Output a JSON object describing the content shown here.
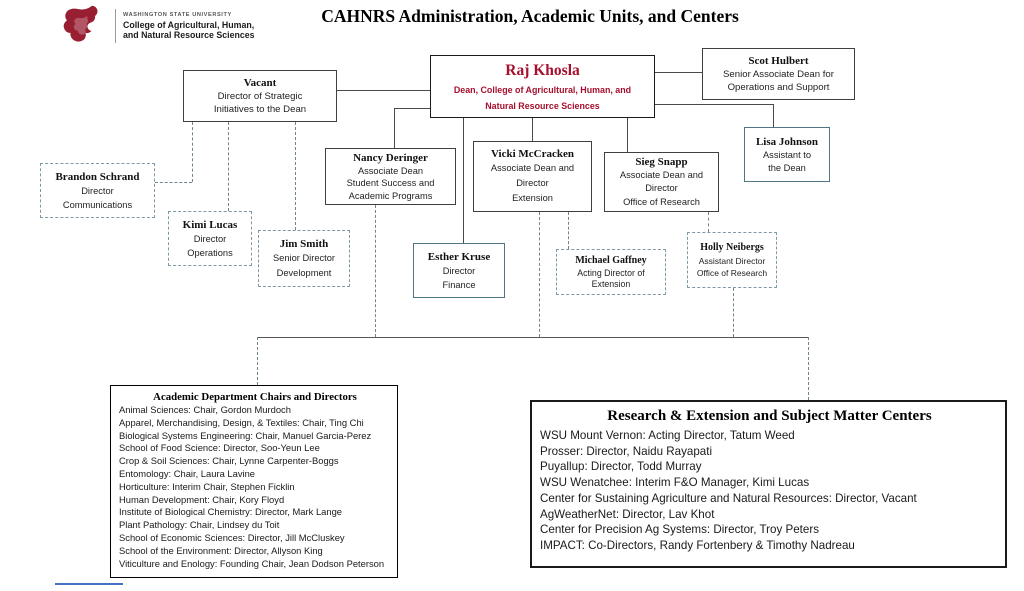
{
  "colors": {
    "crimson": "#A60F2D",
    "logo_crimson": "#981E32",
    "box_border": "#3F3F3F",
    "dashed_border": "#7F98A3",
    "slate_border": "#4F7585",
    "connector": "#4A4A4A"
  },
  "header": {
    "university": "WASHINGTON STATE UNIVERSITY",
    "college_line1": "College of Agricultural, Human,",
    "college_line2": "and Natural Resource Sciences",
    "title": "CAHNRS Administration, Academic Units, and Centers",
    "logo_icon": "wsu-cougar-logo"
  },
  "boxes": {
    "raj": {
      "name": "Raj Khosla",
      "role": "Dean, College of Agricultural, Human, and\nNatural Resource Sciences"
    },
    "scot": {
      "name": "Scot Hulbert",
      "role": "Senior Associate Dean for\nOperations and Support"
    },
    "lisa": {
      "name": "Lisa Johnson",
      "role": "Assistant to\nthe Dean"
    },
    "vacant": {
      "name": "Vacant",
      "role": "Director of Strategic\nInitiatives to the Dean"
    },
    "nancy": {
      "name": "Nancy Deringer",
      "role": "Associate Dean\nStudent Success and\nAcademic Programs"
    },
    "vicki": {
      "name": "Vicki McCracken",
      "role": "Associate Dean and\nDirector\nExtension"
    },
    "sieg": {
      "name": "Sieg Snapp",
      "role": "Associate Dean and\nDirector\nOffice of Research"
    },
    "esther": {
      "name": "Esther Kruse",
      "role": "Director\nFinance"
    },
    "brandon": {
      "name": "Brandon Schrand",
      "role": "Director\nCommunications"
    },
    "kimi": {
      "name": "Kimi Lucas",
      "role": "Director\nOperations"
    },
    "jim": {
      "name": "Jim Smith",
      "role": "Senior Director\nDevelopment"
    },
    "michael": {
      "name": "Michael Gaffney",
      "role": "Acting Director of\nExtension"
    },
    "holly": {
      "name": "Holly Neibergs",
      "role": "Assistant Director\nOffice of Research"
    }
  },
  "academic": {
    "title": "Academic Department Chairs and Directors",
    "items": [
      "Animal Sciences: Chair, Gordon Murdoch",
      "Apparel, Merchandising, Design, & Textiles: Chair, Ting Chi",
      "Biological Systems Engineering: Chair, Manuel Garcia-Perez",
      "School of Food Science: Director, Soo-Yeun Lee",
      "Crop & Soil Sciences: Chair, Lynne Carpenter-Boggs",
      "Entomology: Chair, Laura Lavine",
      "Horticulture: Interim Chair, Stephen Ficklin",
      "Human Development: Chair, Kory Floyd",
      "Institute of Biological Chemistry: Director, Mark Lange",
      "Plant Pathology: Chair, Lindsey du Toit",
      "School of Economic Sciences: Director, Jill McCluskey",
      "School of the Environment: Director, Allyson King",
      "Viticulture and Enology: Founding Chair, Jean Dodson Peterson"
    ]
  },
  "research": {
    "title": "Research & Extension and Subject Matter Centers",
    "items": [
      "WSU Mount Vernon: Acting Director, Tatum Weed",
      "Prosser: Director, Naidu Rayapati",
      "Puyallup: Director, Todd Murray",
      "WSU Wenatchee: Interim F&O Manager, Kimi Lucas",
      "Center for Sustaining Agriculture and Natural Resources: Director, Vacant",
      "AgWeatherNet: Director, Lav Khot",
      "Center for Precision Ag Systems: Director, Troy Peters",
      "IMPACT: Co-Directors, Randy Fortenbery & Timothy Nadreau"
    ]
  }
}
